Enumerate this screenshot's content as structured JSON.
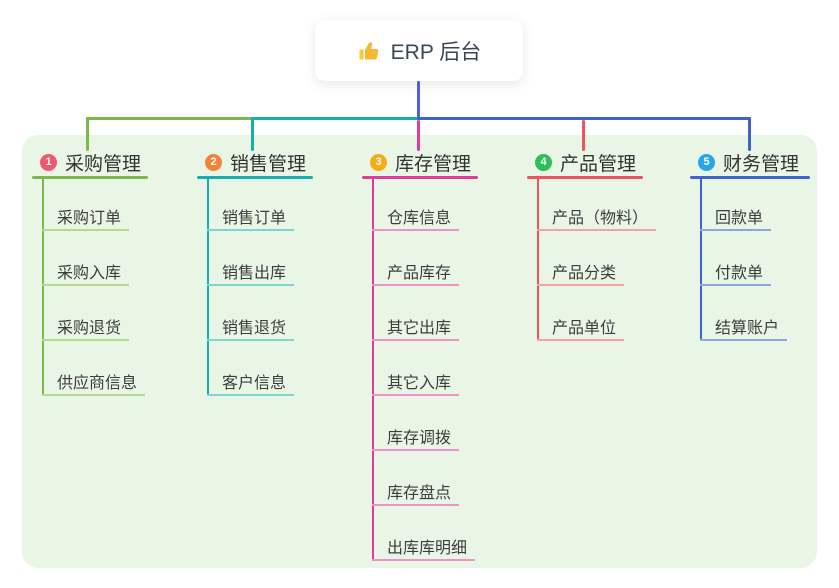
{
  "root": {
    "label": "ERP 后台",
    "icon": "thumbs-up",
    "stem_color": "#5062d9"
  },
  "panel": {
    "bg": "#e9f6e5"
  },
  "branches": [
    {
      "num": "1",
      "label": "采购管理",
      "badge_color": "#f4566e",
      "line_color": "#7eb84d",
      "child_line_color": "#b3da8e",
      "children": [
        "采购订单",
        "采购入库",
        "采购退货",
        "供应商信息"
      ]
    },
    {
      "num": "2",
      "label": "销售管理",
      "badge_color": "#f5823a",
      "line_color": "#15b0ab",
      "child_line_color": "#7fd6cf",
      "children": [
        "销售订单",
        "销售出库",
        "销售退货",
        "客户信息"
      ]
    },
    {
      "num": "3",
      "label": "库存管理",
      "badge_color": "#f7ab17",
      "line_color": "#df3d9c",
      "child_line_color": "#f092c9",
      "children": [
        "仓库信息",
        "产品库存",
        "其它出库",
        "其它入库",
        "库存调拨",
        "库存盘点",
        "出库库明细"
      ]
    },
    {
      "num": "4",
      "label": "产品管理",
      "badge_color": "#2dbd59",
      "line_color": "#ef5360",
      "child_line_color": "#f7a2a6",
      "children": [
        "产品（物料）",
        "产品分类",
        "产品单位"
      ]
    },
    {
      "num": "5",
      "label": "财务管理",
      "badge_color": "#27a5e8",
      "line_color": "#3f62d3",
      "child_line_color": "#8fa5dd",
      "children": [
        "回款单",
        "付款单",
        "结算账户"
      ]
    }
  ]
}
